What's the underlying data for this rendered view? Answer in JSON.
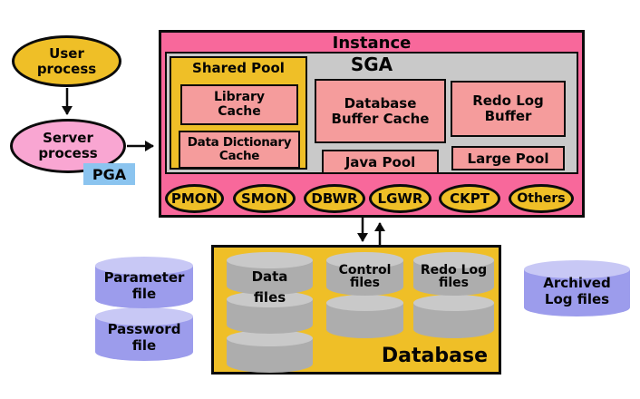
{
  "colors": {
    "instance_pink": "#F8689B",
    "sga_gray": "#C9C9C9",
    "accent_yellow": "#EFBF27",
    "inner_salmon": "#F59C9C",
    "server_pink": "#F9A6D2",
    "pga_blue": "#8BC4EF",
    "purple_cylinder_body": "#9C9CEC",
    "purple_cylinder_top": "#C8C8F5",
    "gray_cylinder_body": "#ADADAD",
    "gray_cylinder_top": "#C9C9C9"
  },
  "flow": {
    "user_process": "User\nprocess",
    "server_process": "Server\nprocess",
    "pga_label": "PGA"
  },
  "instance": {
    "title": "Instance",
    "sga": {
      "title": "SGA",
      "shared_pool": {
        "title": "Shared Pool",
        "library_cache": "Library\nCache",
        "data_dictionary_cache": "Data Dictionary\nCache"
      },
      "database_buffer_cache": "Database\nBuffer Cache",
      "redo_log_buffer": "Redo Log\nBuffer",
      "java_pool": "Java Pool",
      "large_pool": "Large Pool"
    },
    "processes": [
      "PMON",
      "SMON",
      "DBWR",
      "LGWR",
      "CKPT",
      "Others"
    ]
  },
  "database": {
    "title": "Database",
    "data_files": "Data\nfiles",
    "control_files": "Control\nfiles",
    "redo_log_files": "Redo Log\nfiles"
  },
  "external_files": {
    "parameter_file": "Parameter\nfile",
    "password_file": "Password\nfile",
    "archived_log_files": "Archived\nLog files"
  }
}
